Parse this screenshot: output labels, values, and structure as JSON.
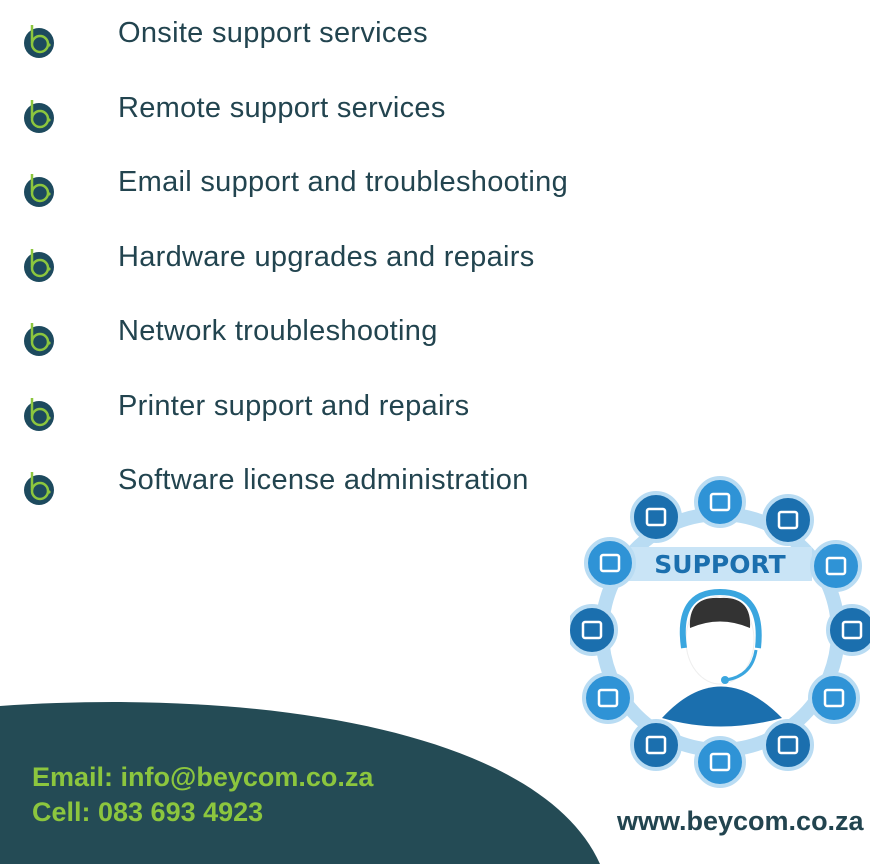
{
  "services": [
    "Onsite support services",
    "Remote support services",
    "Email support and troubleshooting",
    "Hardware upgrades and repairs",
    "Network troubleshooting",
    "Printer support and repairs",
    "Software license administration"
  ],
  "contact": {
    "email": "Email: info@beycom.co.za",
    "cell": "Cell: 083 693 4923"
  },
  "website": "www.beycom.co.za",
  "graphic": {
    "title": "SUPPORT",
    "icons": [
      "calendar-icon",
      "stopwatch-icon",
      "handshake-icon",
      "tablet-chat-icon",
      "phone-icon",
      "laptop-icon",
      "tools-icon",
      "chat-icon",
      "mail-icon",
      "browser-icon",
      "cursor-icon",
      "gear-icon"
    ]
  },
  "colors": {
    "text": "#22444f",
    "accent": "#8cc63e",
    "panel": "#244b55",
    "blue": "#1b75bb",
    "lightblue": "#b9dcf3"
  }
}
